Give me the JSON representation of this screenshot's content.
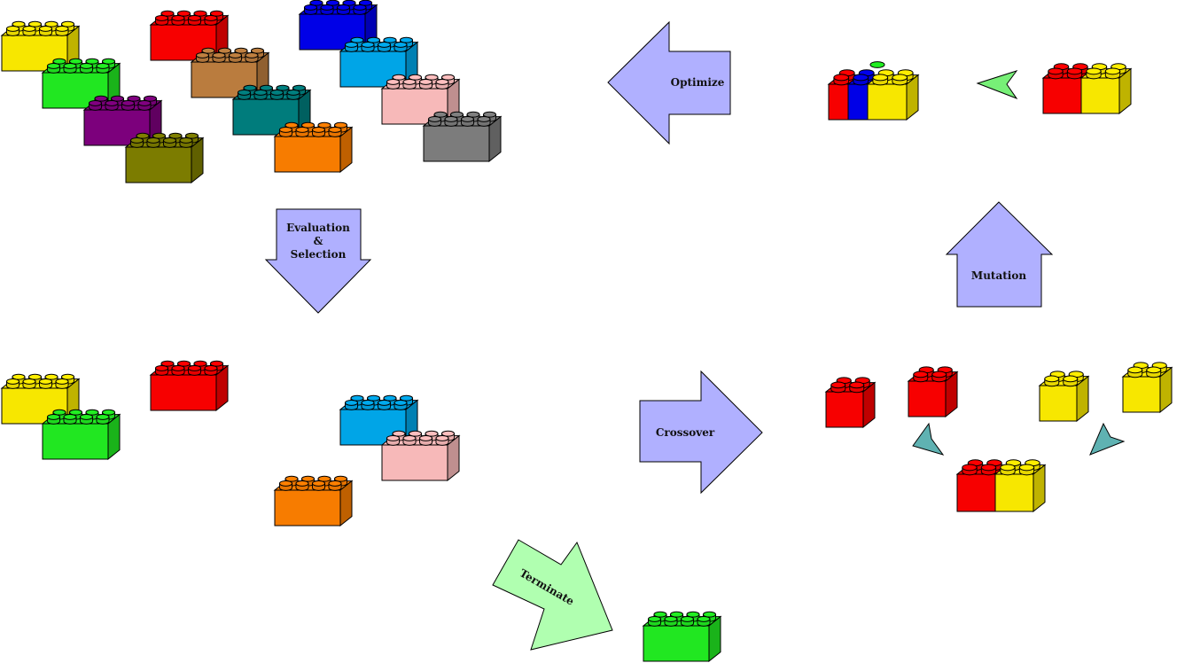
{
  "labels": {
    "optimize": "Optimize",
    "evaluation_line1": "Evaluation",
    "evaluation_line2": "&",
    "evaluation_line3": "Selection",
    "mutation": "Mutation",
    "crossover": "Crossover",
    "terminate": "Terminate"
  },
  "colors": {
    "process_arrow": "#b0b0ff",
    "terminate_arrow": "#b0ffb0",
    "pointer_green": "#77f077",
    "pointer_teal": "#5fb2b2",
    "outline": "#000000"
  },
  "population": [
    "yellow",
    "red",
    "blue",
    "green",
    "peru",
    "skyblue",
    "purple",
    "teal",
    "pink",
    "olive",
    "orange",
    "gray"
  ],
  "selected": [
    "yellow",
    "red",
    "green",
    "skyblue",
    "pink",
    "orange"
  ],
  "crossover_parents": [
    "red",
    "red",
    "yellow",
    "yellow"
  ],
  "offspring": [
    "red",
    "yellow"
  ],
  "mutated": [
    "red",
    "green",
    "blue",
    "yellow"
  ],
  "result": [
    "green"
  ]
}
